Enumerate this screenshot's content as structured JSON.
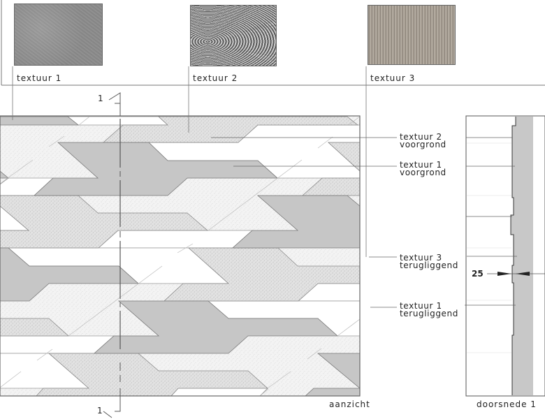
{
  "textures": [
    {
      "label": "textuur 1"
    },
    {
      "label": "textuur 2"
    },
    {
      "label": "textuur 3"
    }
  ],
  "callouts": [
    {
      "line1": "textuur 2",
      "line2": "voorgrond"
    },
    {
      "line1": "textuur 1",
      "line2": "voorgrond"
    },
    {
      "line1": "textuur 3",
      "line2": "terugliggend"
    },
    {
      "line1": "textuur 1",
      "line2": "terugliggend"
    }
  ],
  "section_marker": {
    "top": "1",
    "bottom": "1"
  },
  "dimension": "25",
  "view_labels": {
    "elevation": "aanzicht",
    "section": "doorsnede 1"
  },
  "colors": {
    "dark": "#c6c6c6",
    "medium": "#dcdcdc",
    "light": "#f1f1f1",
    "line": "#555555"
  }
}
